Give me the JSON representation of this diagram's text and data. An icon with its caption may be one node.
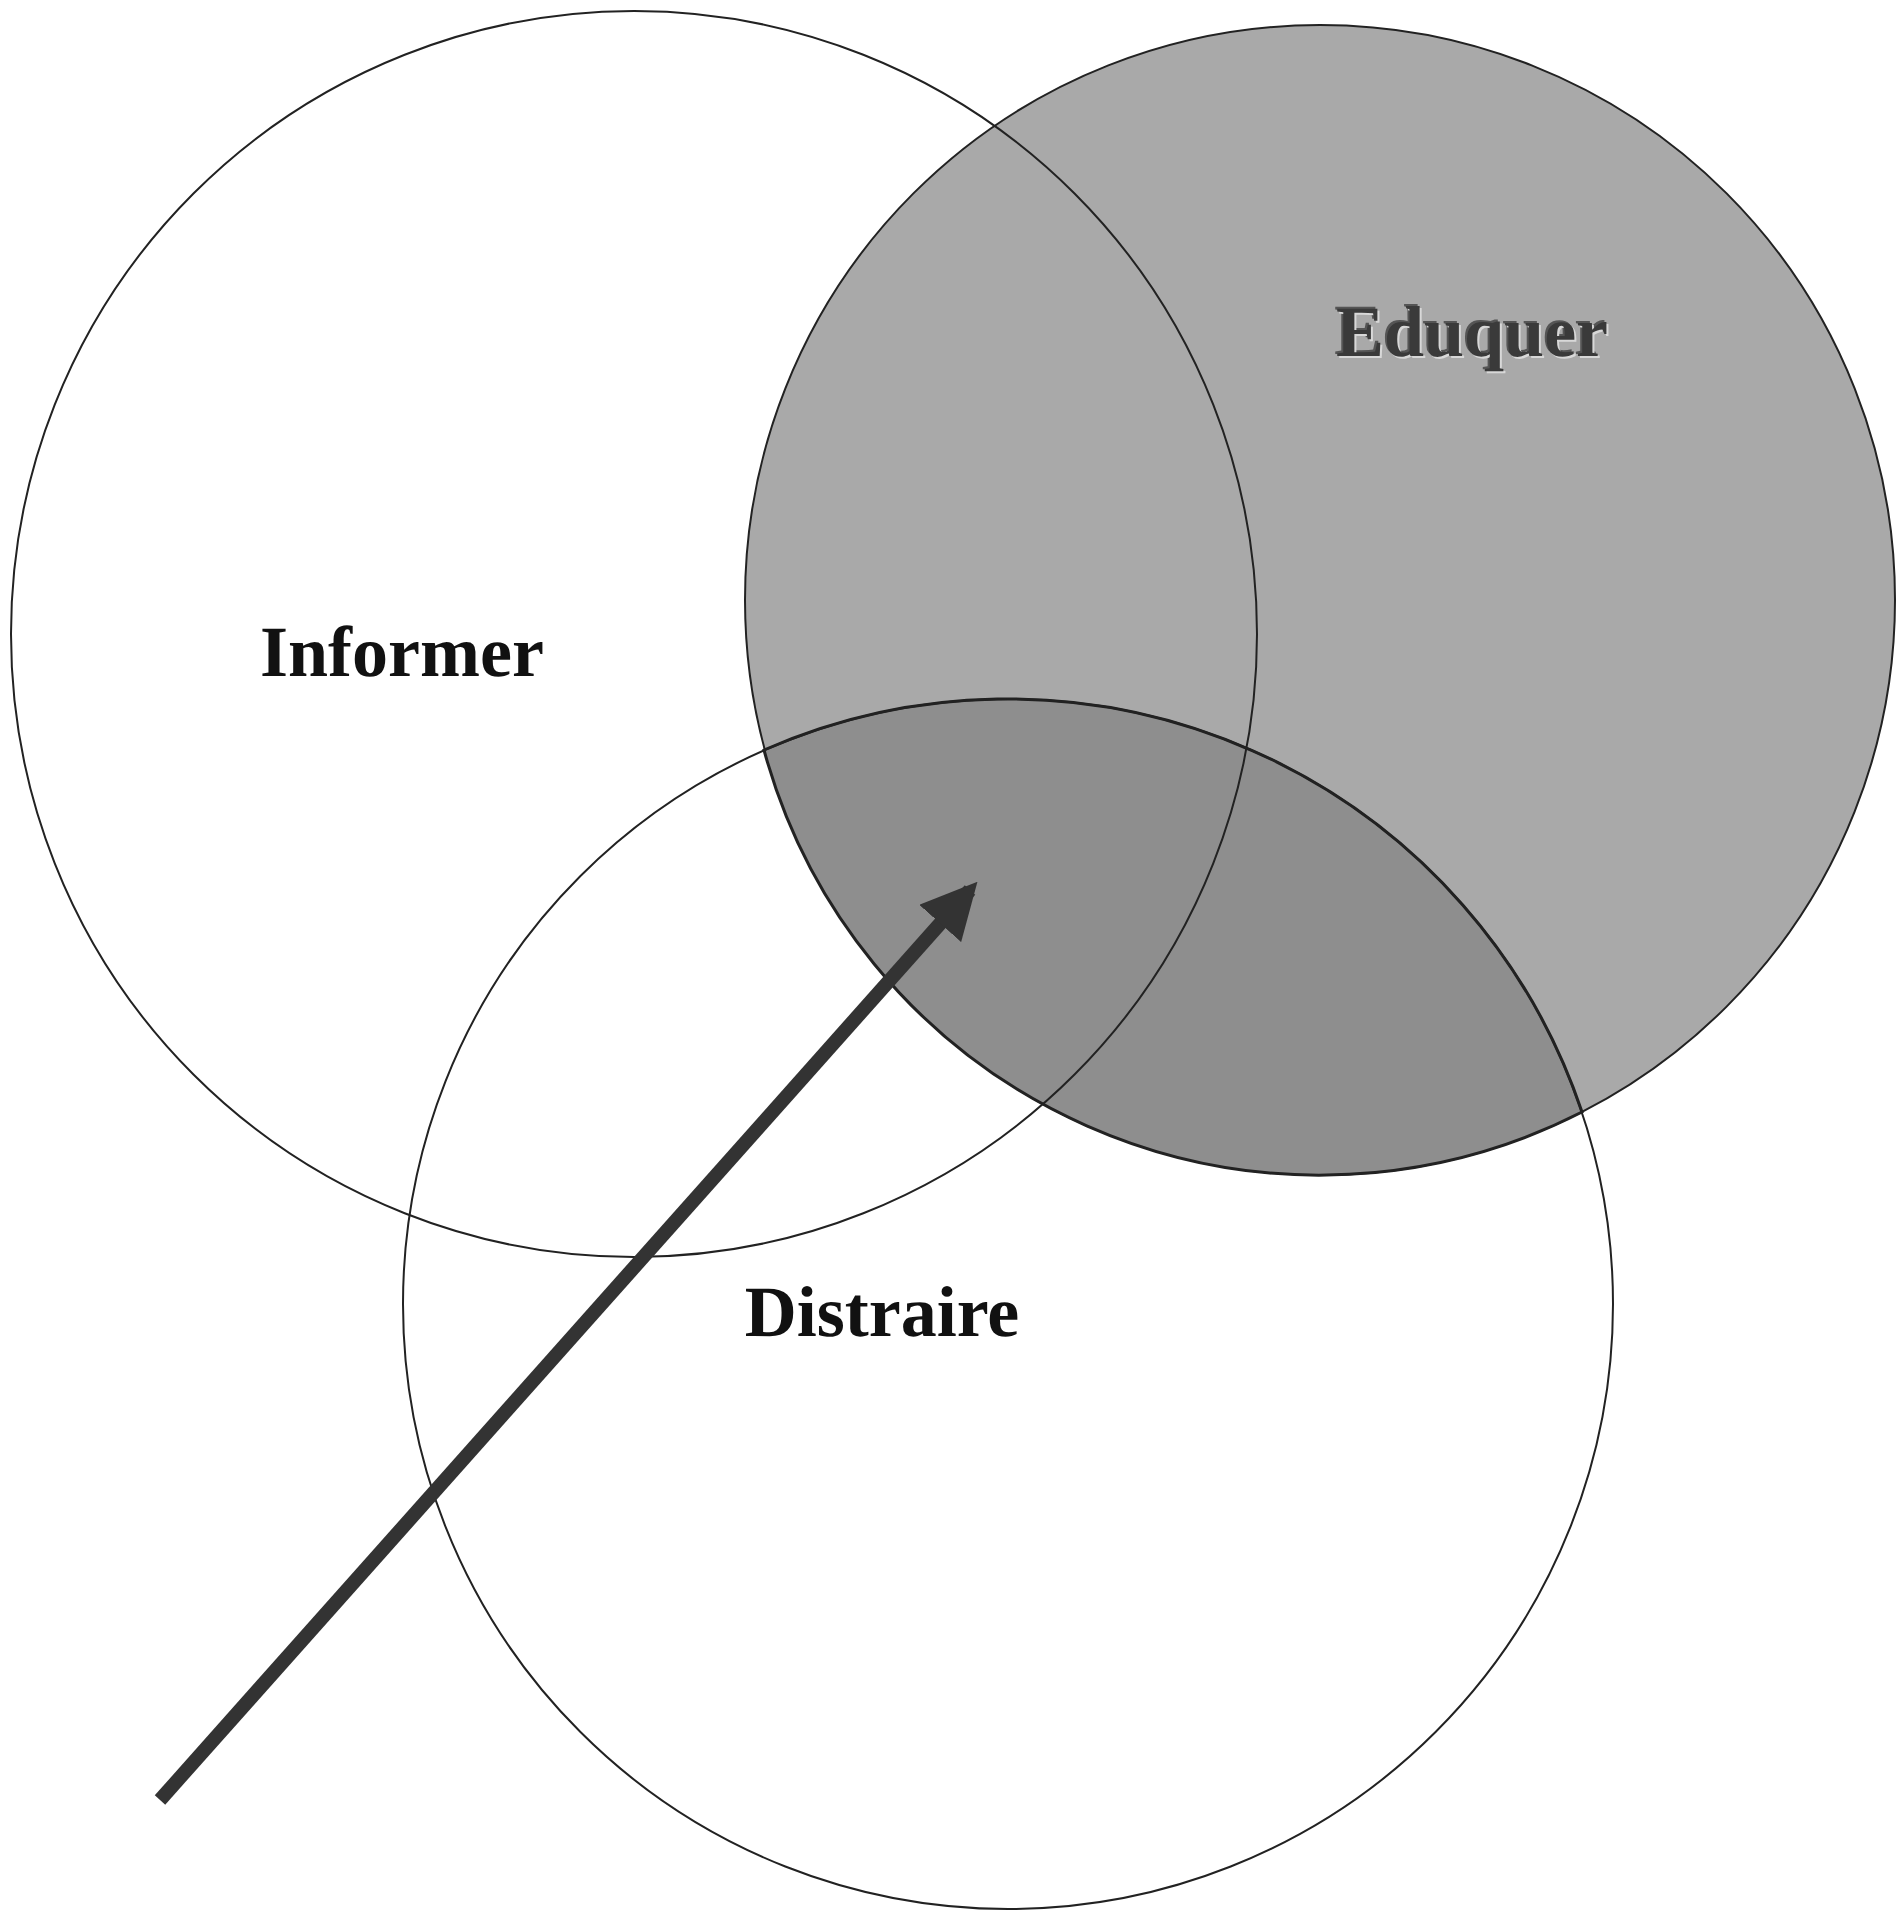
{
  "diagram": {
    "nodes": [
      {
        "text": [
          "Informer"
        ]
      },
      {
        "text": [
          "Eduquer"
        ]
      },
      {
        "text": [
          "Distraire"
        ]
      },
      {
        "text": [],
        "shape": "lens"
      }
    ],
    "edges": [
      {
        "from": null,
        "to": 3,
        "arrow": "to"
      }
    ]
  }
}
